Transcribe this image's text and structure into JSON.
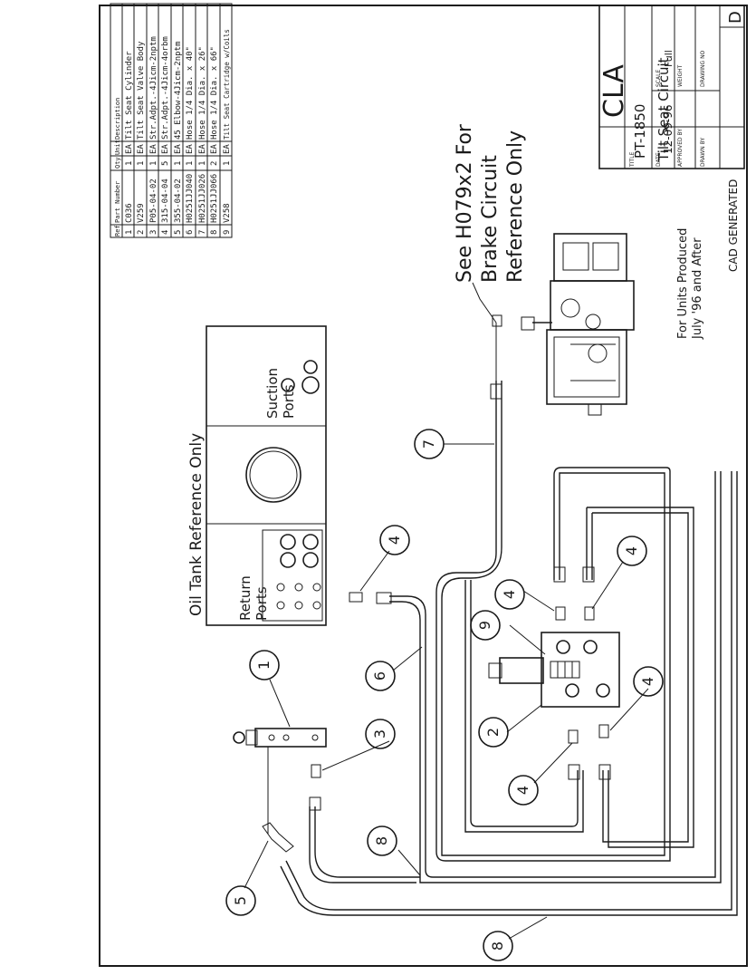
{
  "title_block": {
    "company": "CLA",
    "part_no": "PT-1850",
    "title": "Tilt Seat Circuit",
    "date": "12-09-96",
    "scale": "Full",
    "labels": {
      "title": "TITLE",
      "date": "DATE",
      "scale": "SCALE",
      "approved": "APPROVED BY",
      "weight": "WEIGHT",
      "drawn": "DRAWN BY",
      "drawing_no": "DRAWING NO",
      "rev": "D"
    },
    "footer": "CAD GENERATED"
  },
  "bom": {
    "headers": [
      "Ref",
      "Part Number",
      "Qty",
      "Unit",
      "Description"
    ],
    "rows": [
      [
        "1",
        "C036",
        "1",
        "EA",
        "Tilt Seat Cylinder"
      ],
      [
        "2",
        "V259",
        "1",
        "EA",
        "Tilt Seat Valve Body"
      ],
      [
        "3",
        "P05-04-02",
        "1",
        "EA",
        "Str.Adpt.-4Jicm-2nptm"
      ],
      [
        "4",
        "315-04-04",
        "5",
        "EA",
        "Str.Adpt.-4Jicm-4orbm"
      ],
      [
        "5",
        "355-04-02",
        "1",
        "EA",
        "45 Elbow-4Jicm-2nptm"
      ],
      [
        "6",
        "H0251JJ040",
        "1",
        "EA",
        "Hose 1/4 Dia. x 40\""
      ],
      [
        "7",
        "H0251JJ026",
        "1",
        "EA",
        "Hose 1/4 Dia. x 26\""
      ],
      [
        "8",
        "H0251JJ066",
        "2",
        "EA",
        "Hose 1/4 Dia. x 66\""
      ],
      [
        "9",
        "V258",
        "1",
        "EA",
        "Tilt Seat Cartridge w/Coils"
      ]
    ]
  },
  "notes": {
    "brake": [
      "See H079x2 For",
      "Brake Circuit",
      "Reference Only"
    ],
    "units": [
      "For Units Produced",
      "July '96 and After"
    ],
    "tank": "Oil Tank Reference Only",
    "return": [
      "Return",
      "Ports"
    ],
    "suction": [
      "Suction",
      "Ports"
    ]
  },
  "callouts": [
    "1",
    "2",
    "3",
    "4",
    "4",
    "4",
    "4",
    "4",
    "5",
    "6",
    "7",
    "8",
    "8",
    "9"
  ]
}
